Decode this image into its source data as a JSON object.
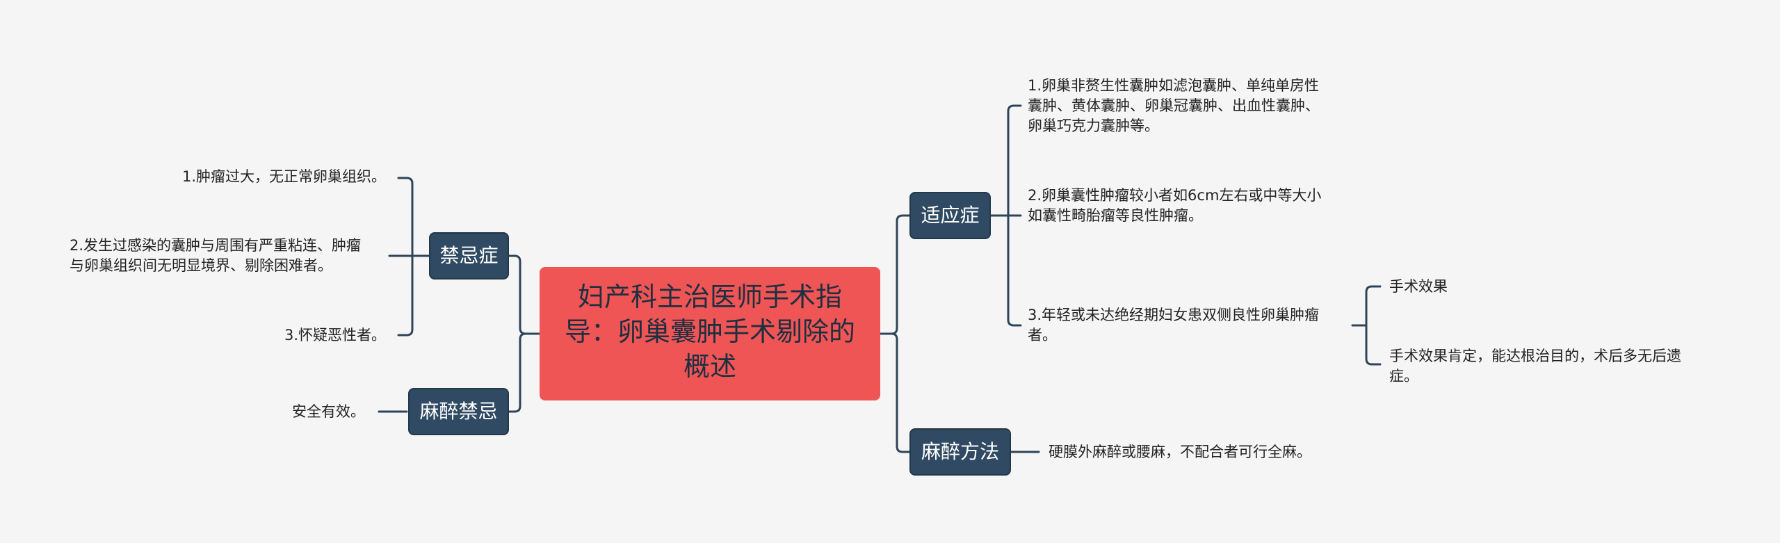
{
  "root": {
    "title": "妇产科主治医师手术指导：卵巢囊肿手术剔除的概述"
  },
  "left": {
    "contraindications": {
      "label": "禁忌症",
      "items": [
        "1.肿瘤过大，无正常卵巢组织。",
        "2.发生过感染的囊肿与周围有严重粘连、肿瘤\n与卵巢组织间无明显境界、剔除困难者。",
        "3.怀疑恶性者。"
      ]
    },
    "anesthesia_contra": {
      "label": "麻醉禁忌",
      "items": [
        "安全有效。"
      ]
    }
  },
  "right": {
    "indications": {
      "label": "适应症",
      "items": [
        "1.卵巢非赘生性囊肿如滤泡囊肿、单纯单房性\n囊肿、黄体囊肿、卵巢冠囊肿、出血性囊肿、\n卵巢巧克力囊肿等。",
        "2.卵巢囊性肿瘤较小者如6cm左右或中等大小\n如囊性畸胎瘤等良性肿瘤。",
        "3.年轻或未达绝经期妇女患双侧良性卵巢肿瘤\n者。"
      ],
      "sub_items": [
        "手术效果",
        "手术效果肯定，能达根治目的，术后多无后遗\n症。"
      ]
    },
    "anesthesia_method": {
      "label": "麻醉方法",
      "items": [
        "硬膜外麻醉或腰麻，不配合者可行全麻。"
      ]
    }
  }
}
